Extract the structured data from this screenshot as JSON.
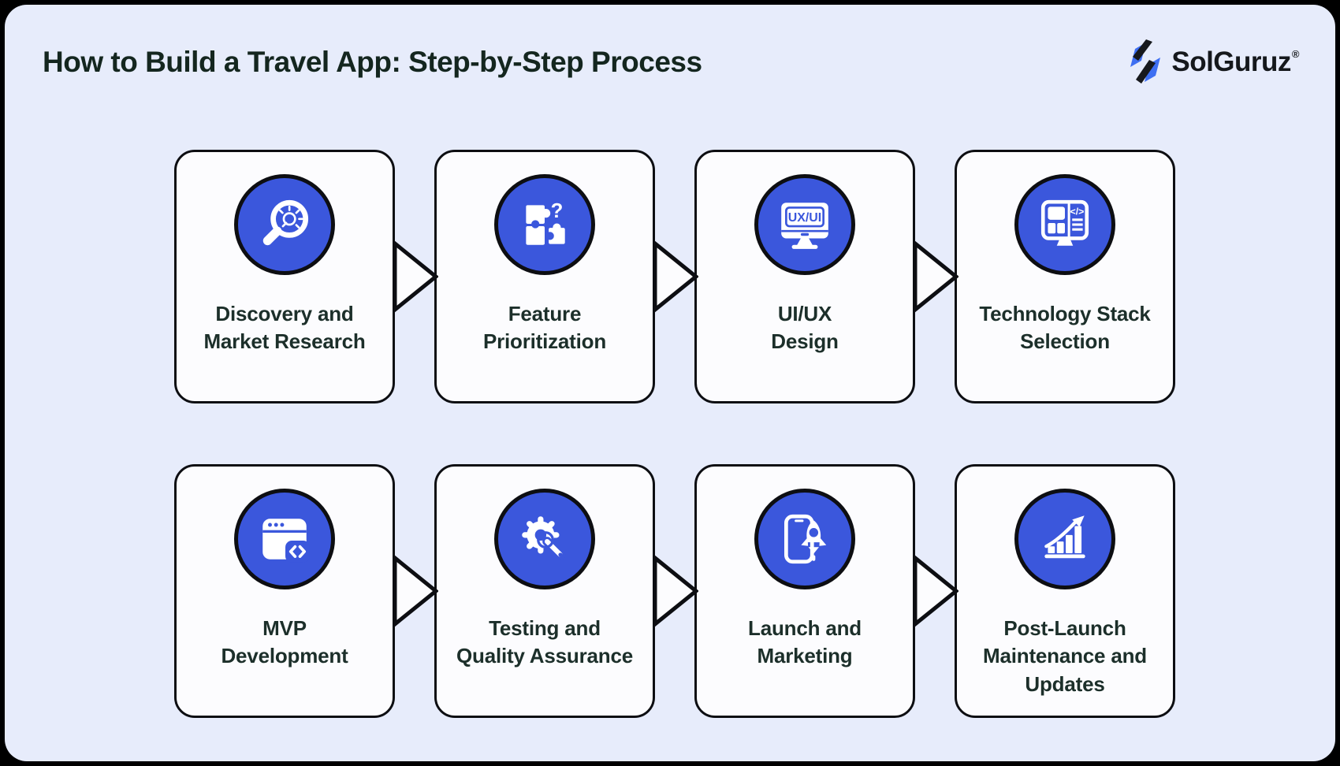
{
  "header": {
    "title": "How to Build a Travel App: Step-by-Step Process",
    "brand": {
      "name": "SolGuruz",
      "registered_mark": "®"
    }
  },
  "colors": {
    "frame": "#000000",
    "canvas_background": "#e7ecfb",
    "card_background": "#fcfcfe",
    "outline_ink": "#0d0e12",
    "accent_blue": "#3b57dc",
    "logo_blue": "#3e6ff2",
    "text_dark": "#1c2f2a"
  },
  "flow": {
    "arrow_direction": "right",
    "rows": 2,
    "columns": 4
  },
  "steps": [
    {
      "label": "Discovery and\nMarket Research",
      "icon": "magnifier-idea-icon"
    },
    {
      "label": "Feature\nPrioritization",
      "icon": "puzzle-question-icon",
      "icon_text": "?"
    },
    {
      "label": "UI/UX\nDesign",
      "icon": "uxui-monitor-icon",
      "icon_text": "UX/UI"
    },
    {
      "label": "Technology Stack\nSelection",
      "icon": "tech-monitor-icon",
      "icon_text": "</>"
    },
    {
      "label": "MVP\nDevelopment",
      "icon": "browser-code-icon"
    },
    {
      "label": "Testing and\nQuality Assurance",
      "icon": "gear-wrench-icon"
    },
    {
      "label": "Launch and\nMarketing",
      "icon": "phone-rocket-icon"
    },
    {
      "label": "Post-Launch\nMaintenance and\nUpdates",
      "icon": "growth-chart-icon"
    }
  ]
}
